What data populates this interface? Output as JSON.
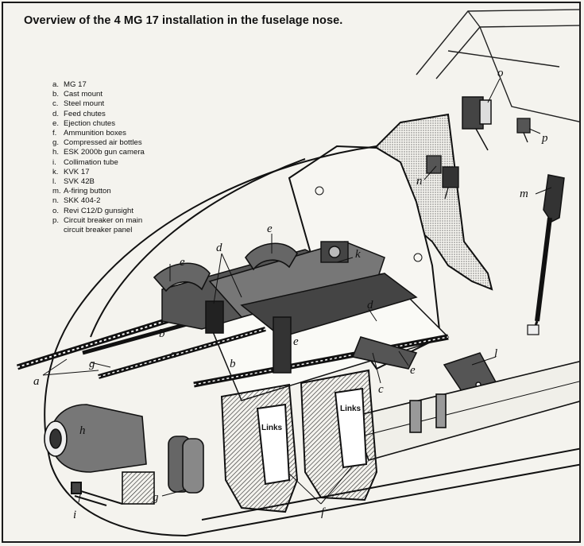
{
  "title": "Overview of the 4 MG 17 installation in the fuselage nose.",
  "legend": [
    {
      "key": "a.",
      "text": "MG 17"
    },
    {
      "key": "b.",
      "text": "Cast mount"
    },
    {
      "key": "c.",
      "text": "Steel mount"
    },
    {
      "key": "d.",
      "text": "Feed chutes"
    },
    {
      "key": "e.",
      "text": "Ejection chutes"
    },
    {
      "key": "f.",
      "text": "Ammunition boxes"
    },
    {
      "key": "g.",
      "text": "Compressed air bottles"
    },
    {
      "key": "h.",
      "text": "ESK 2000b gun camera"
    },
    {
      "key": "i.",
      "text": "Collimation tube"
    },
    {
      "key": "k.",
      "text": "KVK 17"
    },
    {
      "key": "l.",
      "text": "SVK 42B"
    },
    {
      "key": "m.",
      "text": "A-firing button"
    },
    {
      "key": "n.",
      "text": "SKK 404-2"
    },
    {
      "key": "o.",
      "text": "Revi C12/D gunsight"
    },
    {
      "key": "p.",
      "text": "Circuit breaker on main\ncircuit breaker panel"
    }
  ],
  "callouts": {
    "a": "a",
    "b": "b",
    "c": "c",
    "d": "d",
    "e": "e",
    "f": "f",
    "g": "g",
    "h": "h",
    "i": "i",
    "k": "k",
    "l": "l",
    "m": "m",
    "n": "n",
    "o": "o",
    "p": "p"
  },
  "links_label": "Links"
}
